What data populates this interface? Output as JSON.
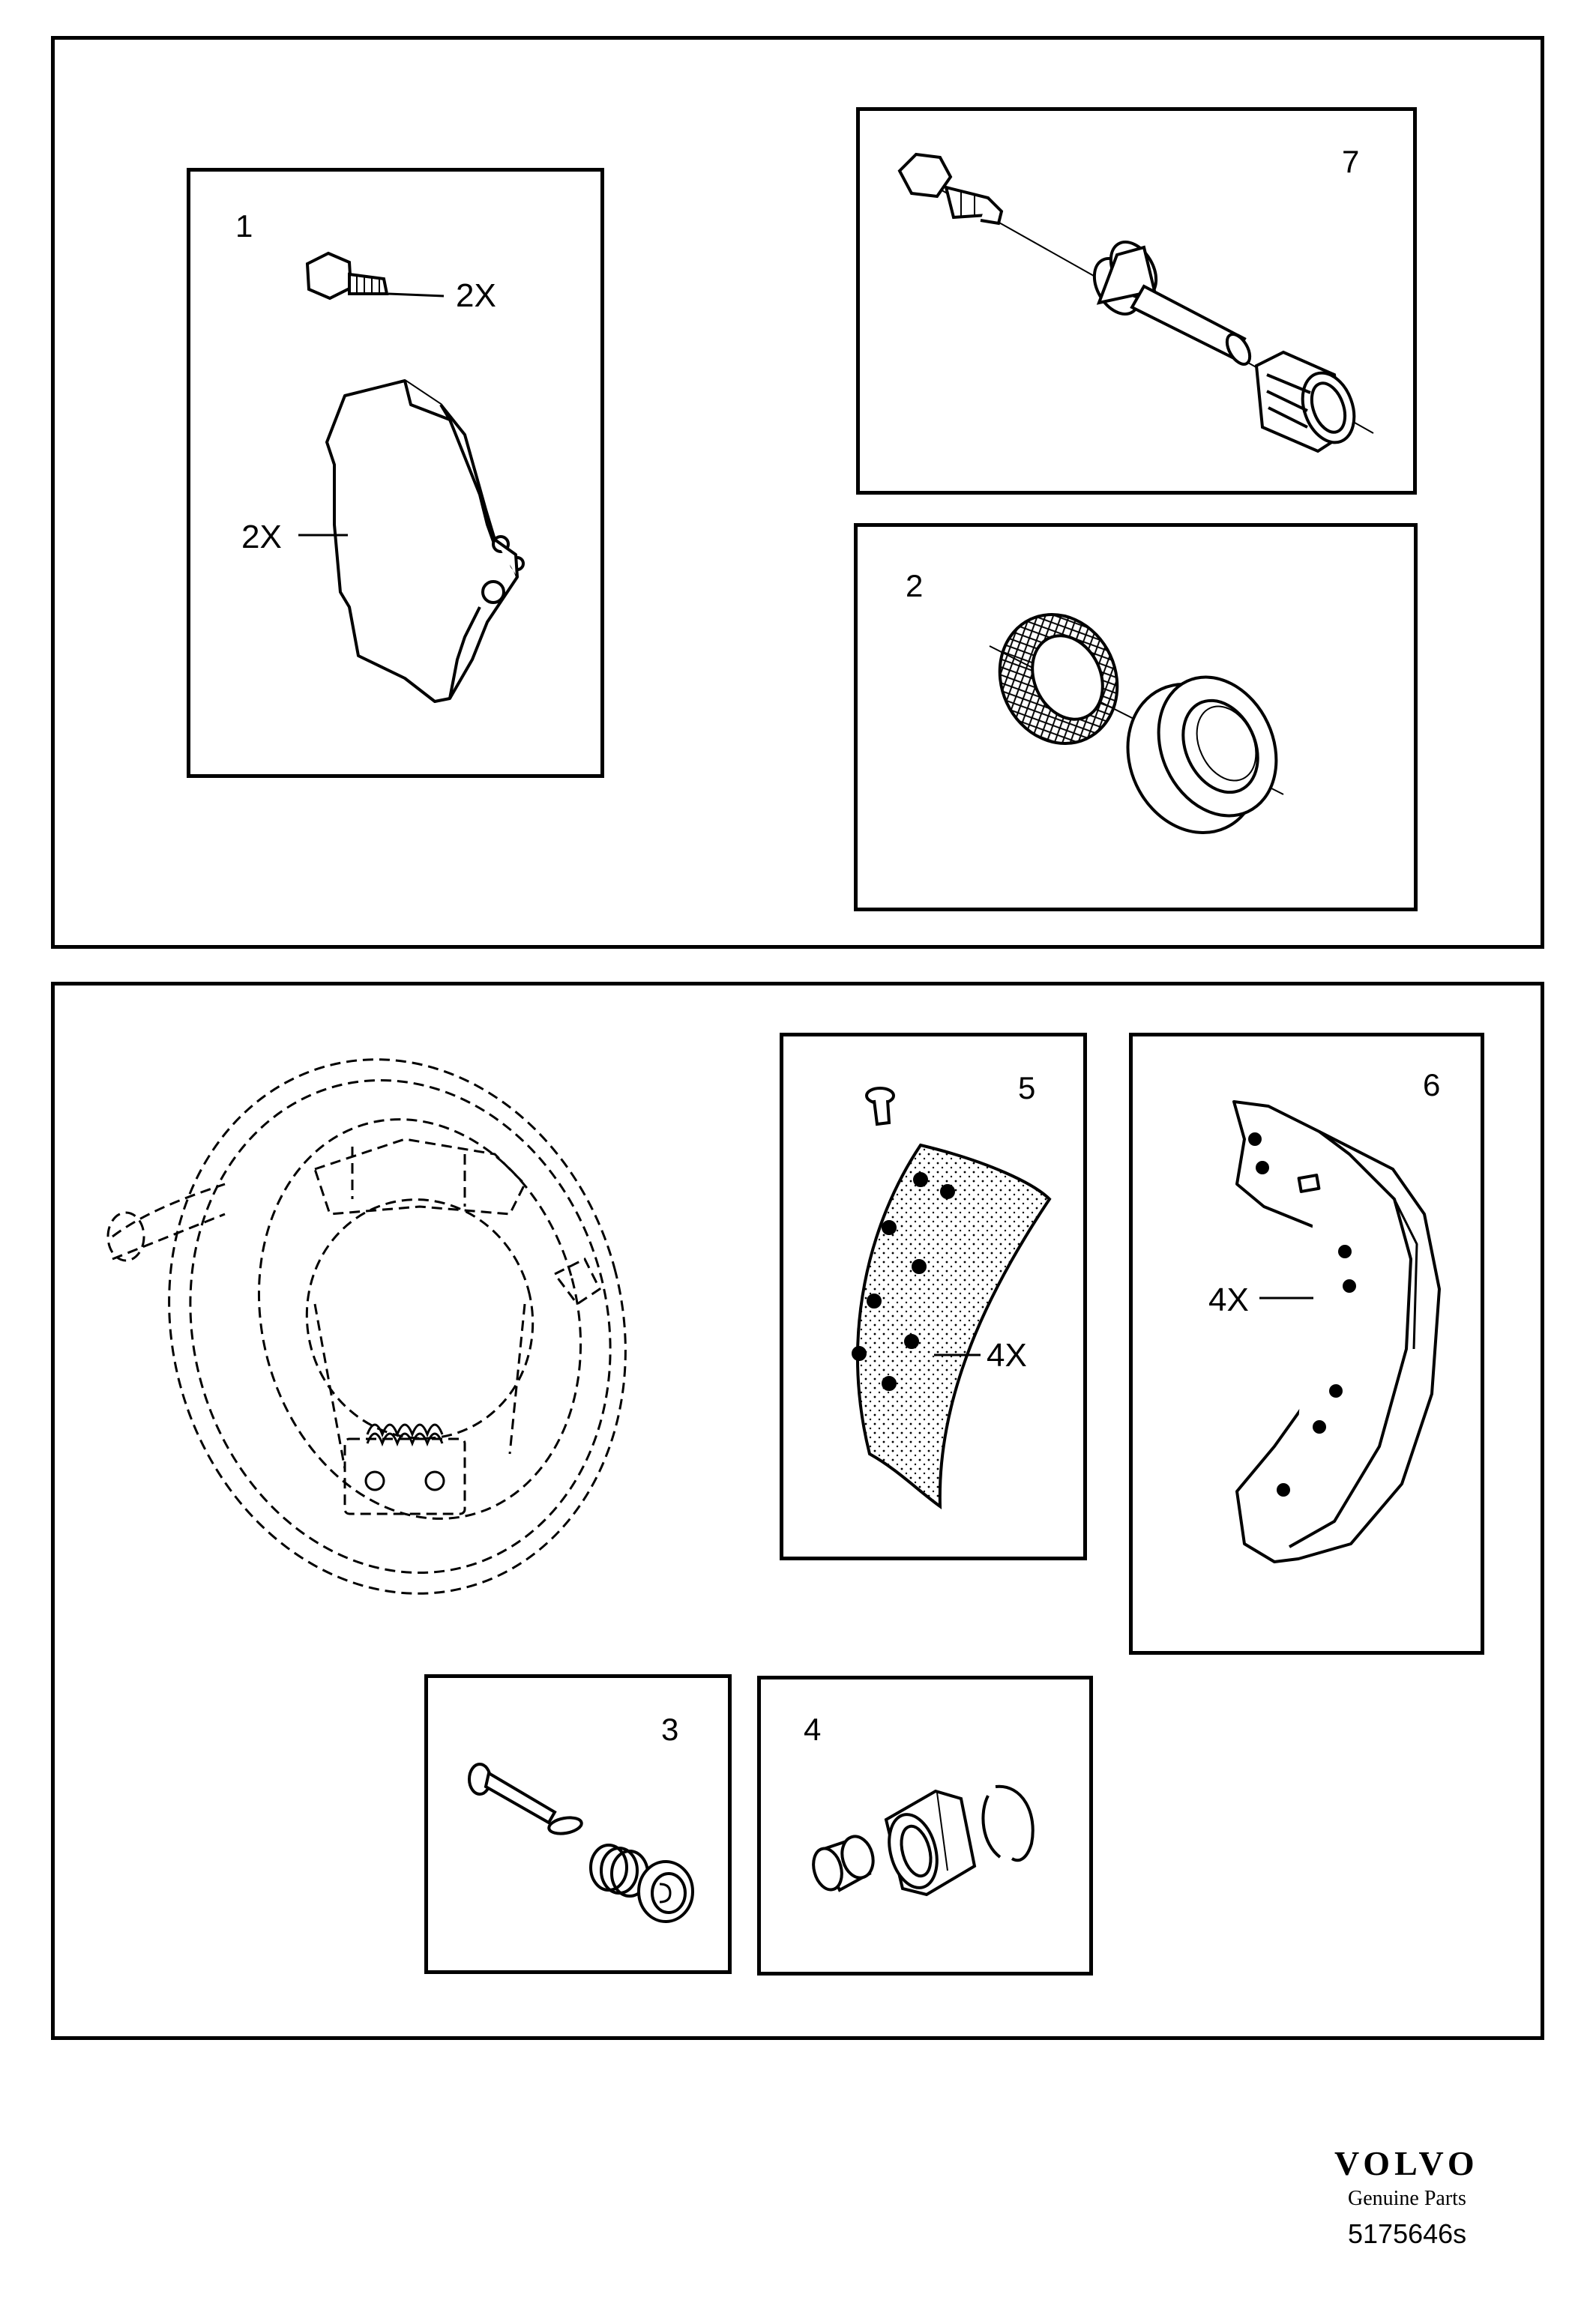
{
  "top_group": {
    "kit1": {
      "number": "1",
      "bolt_qty": "2X",
      "pad_qty": "2X",
      "icons": [
        "bolt-icon",
        "brake-pad-icon"
      ]
    },
    "kit7": {
      "number": "7",
      "icons": [
        "guide-pin-bolt-icon",
        "bushing-icon",
        "guide-pin-icon",
        "boot-icon"
      ]
    },
    "kit2": {
      "number": "2",
      "icons": [
        "dust-seal-icon",
        "piston-seal-icon"
      ]
    }
  },
  "bottom_group": {
    "reference": {
      "icons": [
        "backing-plate-assembly-icon"
      ]
    },
    "kit5": {
      "number": "5",
      "lining_qty": "4X",
      "icons": [
        "rivet-icon",
        "brake-lining-icon"
      ]
    },
    "kit6": {
      "number": "6",
      "shoe_qty": "4X",
      "icons": [
        "brake-shoe-icon"
      ]
    },
    "kit3": {
      "number": "3",
      "icons": [
        "hold-down-pin-icon",
        "spring-icon",
        "retainer-cup-icon"
      ]
    },
    "kit4": {
      "number": "4",
      "icons": [
        "wheel-cylinder-piston-icon",
        "wheel-cylinder-boot-icon",
        "snap-ring-icon"
      ]
    }
  },
  "footer": {
    "brand": "VOLVO",
    "tagline": "Genuine Parts",
    "part_number": "5175646s"
  }
}
